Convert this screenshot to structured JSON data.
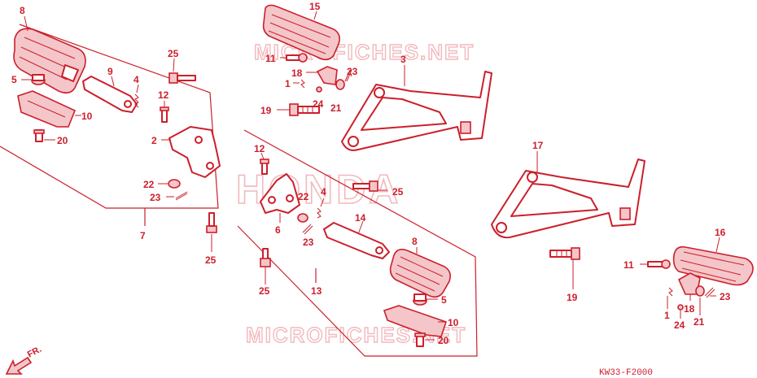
{
  "diagram_code": "KW33-F2000",
  "direction_label": "FR.",
  "watermarks": [
    "MICROFICHES.NET",
    "HONDA",
    "MICROFICHES.NET"
  ],
  "callouts": [
    "8",
    "5",
    "9",
    "4",
    "10",
    "20",
    "25",
    "12",
    "2",
    "22",
    "23",
    "7",
    "25",
    "15",
    "11",
    "3",
    "18",
    "23",
    "1",
    "24",
    "21",
    "19",
    "12",
    "25",
    "22",
    "4",
    "14",
    "6",
    "23",
    "8",
    "25",
    "13",
    "5",
    "10",
    "20",
    "17",
    "19",
    "16",
    "11",
    "23",
    "1",
    "24",
    "18",
    "21"
  ],
  "colors": {
    "ink": "#cc1f2b",
    "watermark": "#f2b9bd"
  }
}
